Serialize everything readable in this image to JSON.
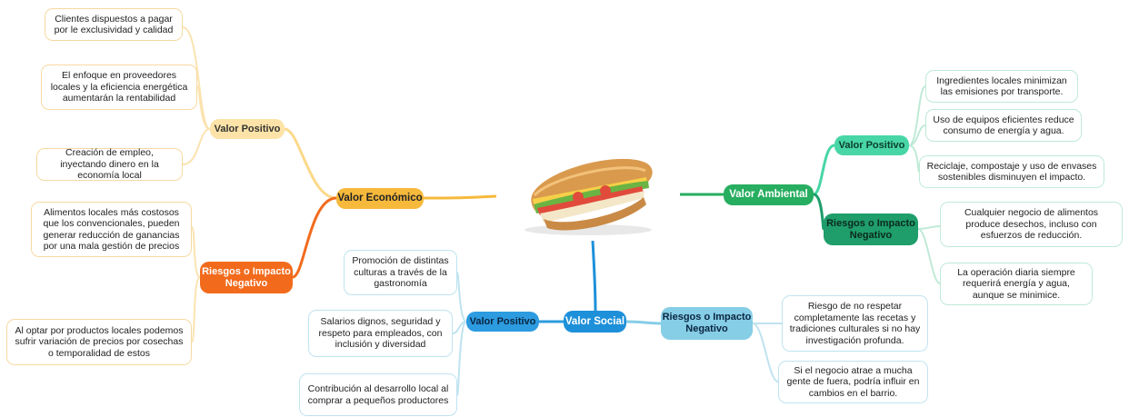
{
  "center": {
    "image": "sandwich-illustration"
  },
  "economico": {
    "label": "Valor Económico",
    "positivo": {
      "label": "Valor Positivo",
      "items": [
        "Clientes dispuestos a pagar por le exclusividad y calidad",
        "El enfoque en proveedores locales y la eficiencia energética aumentarán la rentabilidad",
        "Creación de empleo, inyectando dinero en la economía local"
      ]
    },
    "negativo": {
      "label": "Riesgos o Impacto Negativo",
      "items": [
        "Alimentos locales más costosos que los convencionales, pueden generar reducción de ganancias por una mala gestión de precios",
        "Al optar por productos locales podemos sufrir variación de precios por cosechas o temporalidad de estos"
      ]
    }
  },
  "ambiental": {
    "label": "Valor Ambiental",
    "positivo": {
      "label": "Valor Positivo",
      "items": [
        "Ingredientes locales minimizan las emisiones por transporte.",
        "Uso de equipos eficientes reduce consumo de energía y agua.",
        "Reciclaje, compostaje y uso de envases sostenibles disminuyen el impacto."
      ]
    },
    "negativo": {
      "label": "Riesgos o Impacto Negativo",
      "items": [
        "Cualquier negocio de alimentos produce desechos, incluso con esfuerzos de reducción.",
        "La operación diaria siempre requerirá energía y agua, aunque se minimice."
      ]
    }
  },
  "social": {
    "label": "Valor Social",
    "positivo": {
      "label": "Valor Positivo",
      "items": [
        "Promoción de distintas culturas a través de la gastronomía",
        "Salarios dignos, seguridad y respeto para empleados, con inclusión y diversidad",
        "Contribución al desarrollo local al comprar a pequeños productores"
      ]
    },
    "negativo": {
      "label": "Riesgos o Impacto Negativo",
      "items": [
        "Riesgo de no respetar completamente las recetas y tradiciones culturales si no hay investigación profunda.",
        "Si el negocio atrae a mucha gente de fuera, podría influir en cambios en el barrio."
      ]
    }
  },
  "colors": {
    "economico": "#f6b93b",
    "economico_positivo": "#fde3a7",
    "economico_negativo": "#f26b1d",
    "ambiental": "#27ae60",
    "ambiental_positivo": "#48d6a6",
    "ambiental_negativo": "#1f9d6b",
    "social": "#1e90d9",
    "social_positivo": "#2c9be0",
    "social_negativo": "#86cde6"
  }
}
